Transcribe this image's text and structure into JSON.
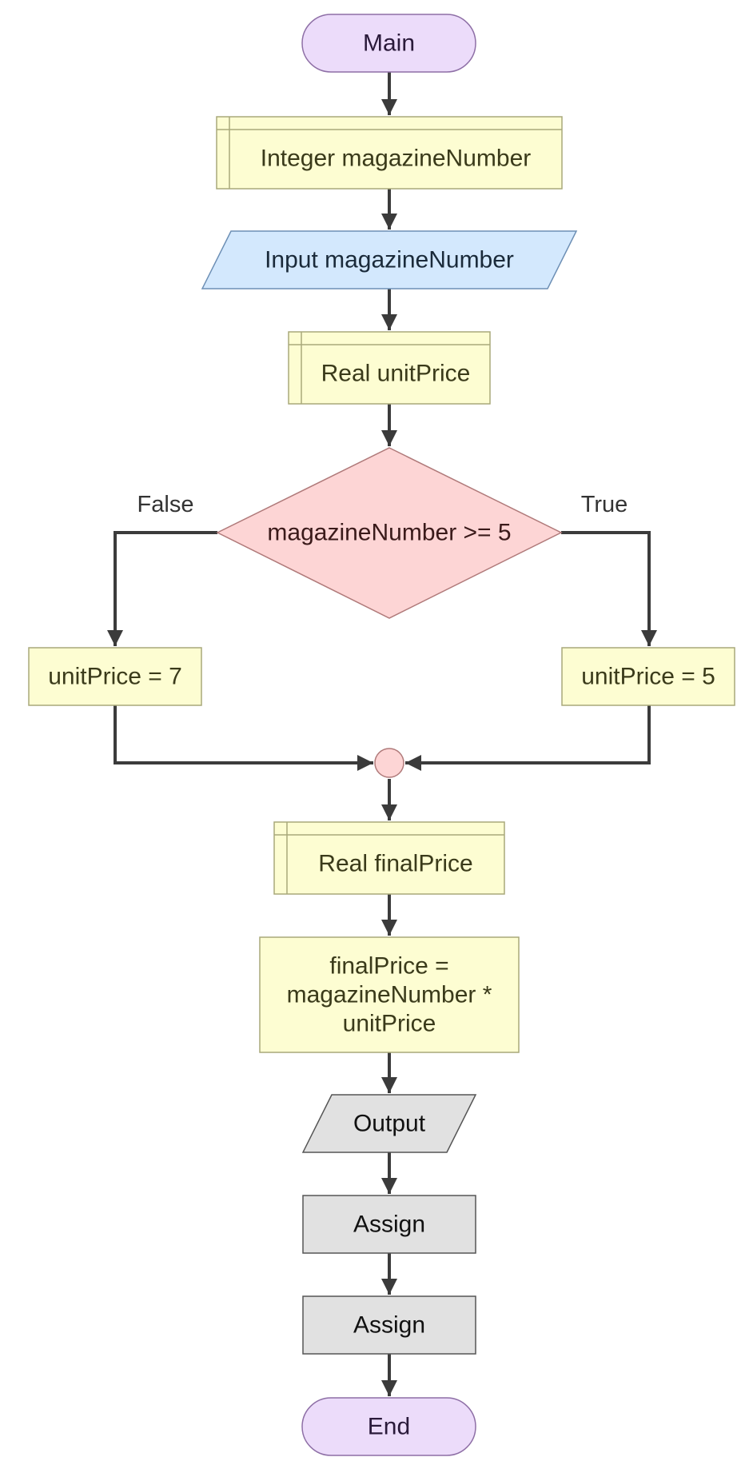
{
  "flowchart": {
    "nodes": {
      "main": "Main",
      "declare_magazine": "Integer magazineNumber",
      "input_magazine": "Input magazineNumber",
      "declare_unitprice": "Real unitPrice",
      "decision": "magazineNumber >= 5",
      "assign_false": "unitPrice = 7",
      "assign_true": "unitPrice = 5",
      "declare_finalprice": "Real finalPrice",
      "compute_line1": "finalPrice =",
      "compute_line2": "magazineNumber *",
      "compute_line3": "unitPrice",
      "output": "Output",
      "assign_1": "Assign",
      "assign_2": "Assign",
      "end": "End"
    },
    "edge_labels": {
      "false": "False",
      "true": "True"
    }
  },
  "colors": {
    "terminal_fill": "#ecdcfa",
    "terminal_stroke": "#8e6fa6",
    "process_fill": "#fdfdd2",
    "process_stroke": "#a9a97a",
    "input_fill": "#d3e8fd",
    "input_stroke": "#6d8fb5",
    "decision_fill": "#fdd5d5",
    "decision_stroke": "#b07a7a",
    "connector_fill": "#fdd5d5",
    "output_fill": "#e1e1e1",
    "output_stroke": "#555555",
    "edge": "#3b3b3b"
  }
}
